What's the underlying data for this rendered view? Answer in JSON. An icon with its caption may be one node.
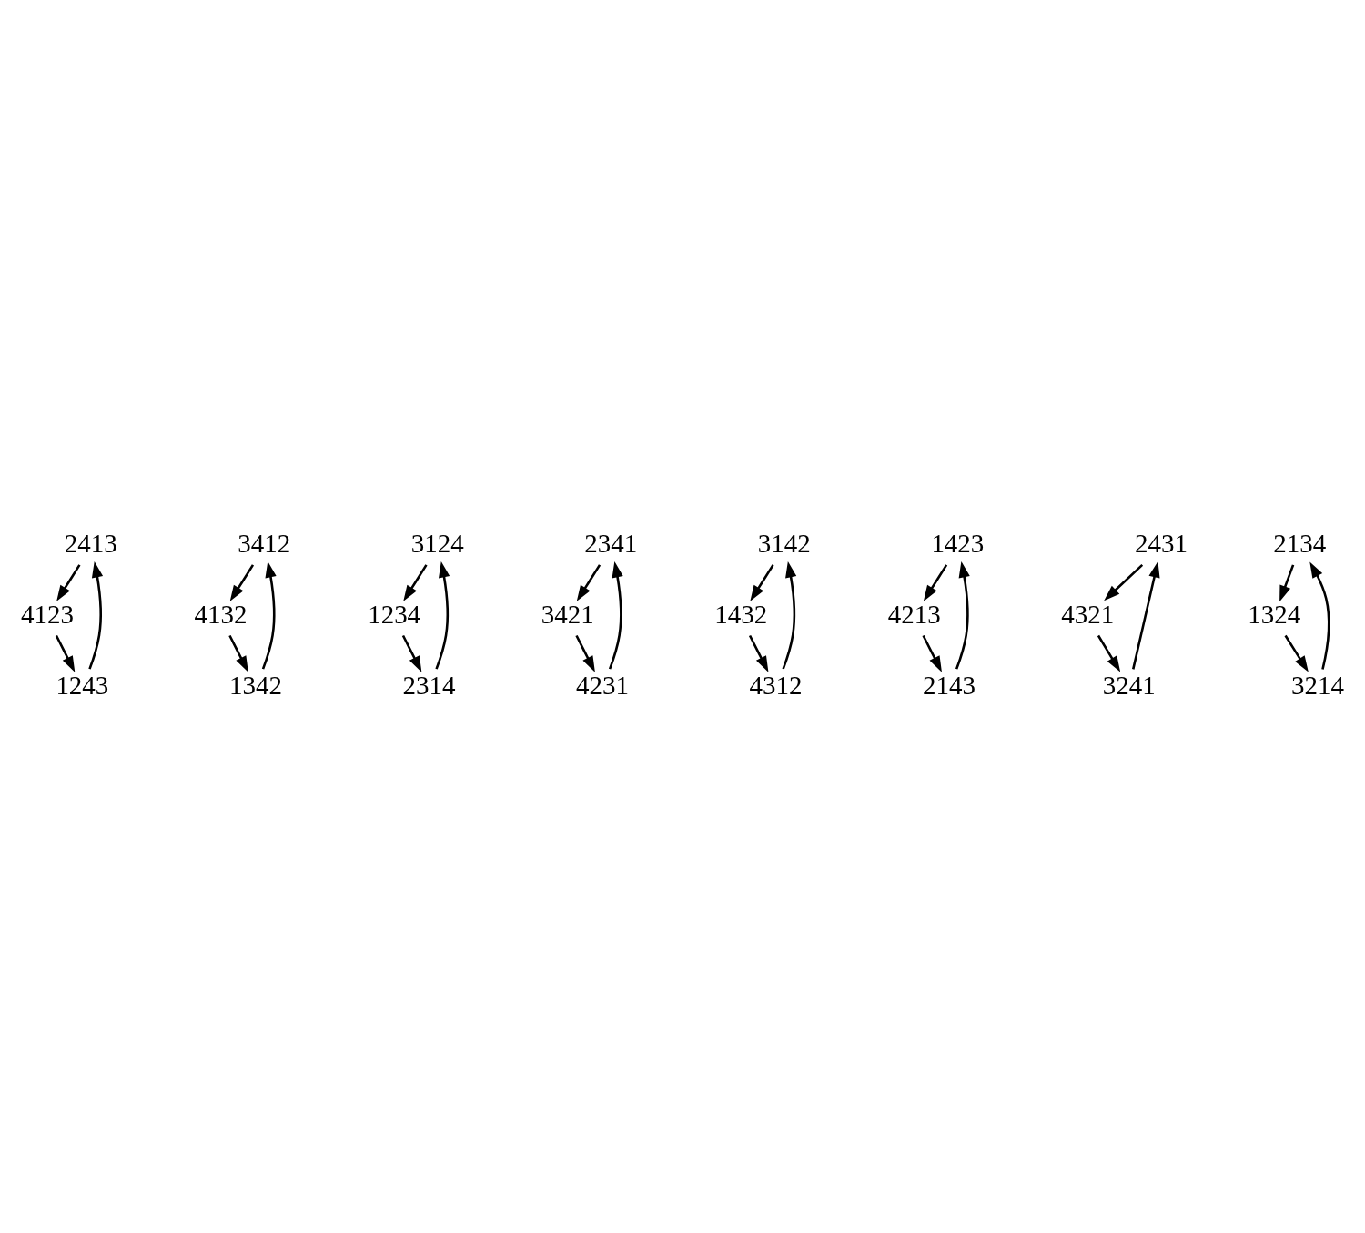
{
  "diagram": {
    "nodes": [
      {
        "text": [
          "2413"
        ]
      },
      {
        "text": [
          "4123"
        ]
      },
      {
        "text": [
          "1243"
        ]
      },
      {
        "text": [
          "3412"
        ]
      },
      {
        "text": [
          "4132"
        ]
      },
      {
        "text": [
          "1342"
        ]
      },
      {
        "text": [
          "3124"
        ]
      },
      {
        "text": [
          "1234"
        ]
      },
      {
        "text": [
          "2314"
        ]
      },
      {
        "text": [
          "2341"
        ]
      },
      {
        "text": [
          "3421"
        ]
      },
      {
        "text": [
          "4231"
        ]
      },
      {
        "text": [
          "3142"
        ]
      },
      {
        "text": [
          "4312"
        ]
      },
      {
        "text": [
          "1432"
        ]
      },
      {
        "text": [
          "1423"
        ]
      },
      {
        "text": [
          "2143"
        ]
      },
      {
        "text": [
          "4213"
        ]
      },
      {
        "text": [
          "2431"
        ]
      },
      {
        "text": [
          "4321"
        ]
      },
      {
        "text": [
          "3241"
        ]
      },
      {
        "text": [
          "2134"
        ]
      },
      {
        "text": [
          "3214"
        ]
      },
      {
        "text": [
          "1324"
        ]
      }
    ],
    "edges": [
      {
        "from": 0,
        "to": 1,
        "arrow": "to"
      },
      {
        "from": 1,
        "to": 2,
        "arrow": "to"
      },
      {
        "from": 2,
        "to": 0,
        "arrow": "to"
      },
      {
        "from": 3,
        "to": 4,
        "arrow": "to"
      },
      {
        "from": 4,
        "to": 5,
        "arrow": "to"
      },
      {
        "from": 5,
        "to": 3,
        "arrow": "to"
      },
      {
        "from": 6,
        "to": 7,
        "arrow": "to"
      },
      {
        "from": 7,
        "to": 8,
        "arrow": "to"
      },
      {
        "from": 8,
        "to": 6,
        "arrow": "to"
      },
      {
        "from": 9,
        "to": 10,
        "arrow": "to"
      },
      {
        "from": 10,
        "to": 11,
        "arrow": "to"
      },
      {
        "from": 11,
        "to": 9,
        "arrow": "to"
      },
      {
        "from": 12,
        "to": 14,
        "arrow": "to"
      },
      {
        "from": 14,
        "to": 13,
        "arrow": "to"
      },
      {
        "from": 13,
        "to": 12,
        "arrow": "to"
      },
      {
        "from": 15,
        "to": 17,
        "arrow": "to"
      },
      {
        "from": 17,
        "to": 16,
        "arrow": "to"
      },
      {
        "from": 16,
        "to": 15,
        "arrow": "to"
      },
      {
        "from": 18,
        "to": 19,
        "arrow": "to"
      },
      {
        "from": 19,
        "to": 20,
        "arrow": "to"
      },
      {
        "from": 20,
        "to": 18,
        "arrow": "to"
      },
      {
        "from": 21,
        "to": 23,
        "arrow": "to"
      },
      {
        "from": 23,
        "to": 22,
        "arrow": "to"
      },
      {
        "from": 22,
        "to": 21,
        "arrow": "to"
      }
    ]
  }
}
